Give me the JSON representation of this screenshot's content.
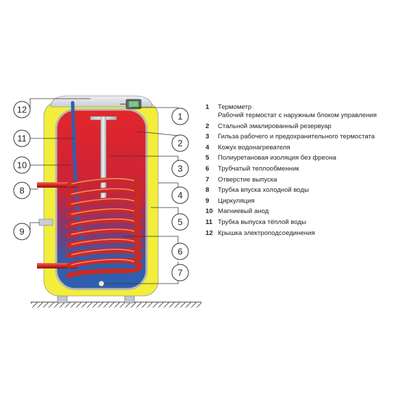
{
  "callouts": {
    "left": [
      "12",
      "11",
      "10",
      "8",
      "9"
    ],
    "right": [
      "1",
      "2",
      "3",
      "4",
      "5",
      "6",
      "7"
    ]
  },
  "legend": [
    {
      "num": "1",
      "lines": [
        "Термометр",
        "Рабочий термостат с наружным блоком управления"
      ]
    },
    {
      "num": "2",
      "lines": [
        "Стальной эмалированный резервуар"
      ]
    },
    {
      "num": "3",
      "lines": [
        "Гильза рабочего и предохранительного термостата"
      ]
    },
    {
      "num": "4",
      "lines": [
        "Кожух водонагревателя"
      ]
    },
    {
      "num": "5",
      "lines": [
        "Полиуретановая изоляция без фреона"
      ]
    },
    {
      "num": "6",
      "lines": [
        "Трубчатый теплообменник"
      ]
    },
    {
      "num": "7",
      "lines": [
        "Отверстие выпуска"
      ]
    },
    {
      "num": "8",
      "lines": [
        "Трубка впуска холодной воды"
      ]
    },
    {
      "num": "9",
      "lines": [
        "Циркуляция"
      ]
    },
    {
      "num": "10",
      "lines": [
        "Магниевый анод"
      ]
    },
    {
      "num": "11",
      "lines": [
        "Трубка выпуска тёплой воды"
      ]
    },
    {
      "num": "12",
      "lines": [
        "Крышка электроподсоединения"
      ]
    }
  ],
  "colors": {
    "casing": "#f2ee3a",
    "hot_water": "#e3262a",
    "cold_water": "#2f5fae",
    "coil": "#c92a24",
    "lid": "#d9dde3",
    "leader": "#333333"
  }
}
